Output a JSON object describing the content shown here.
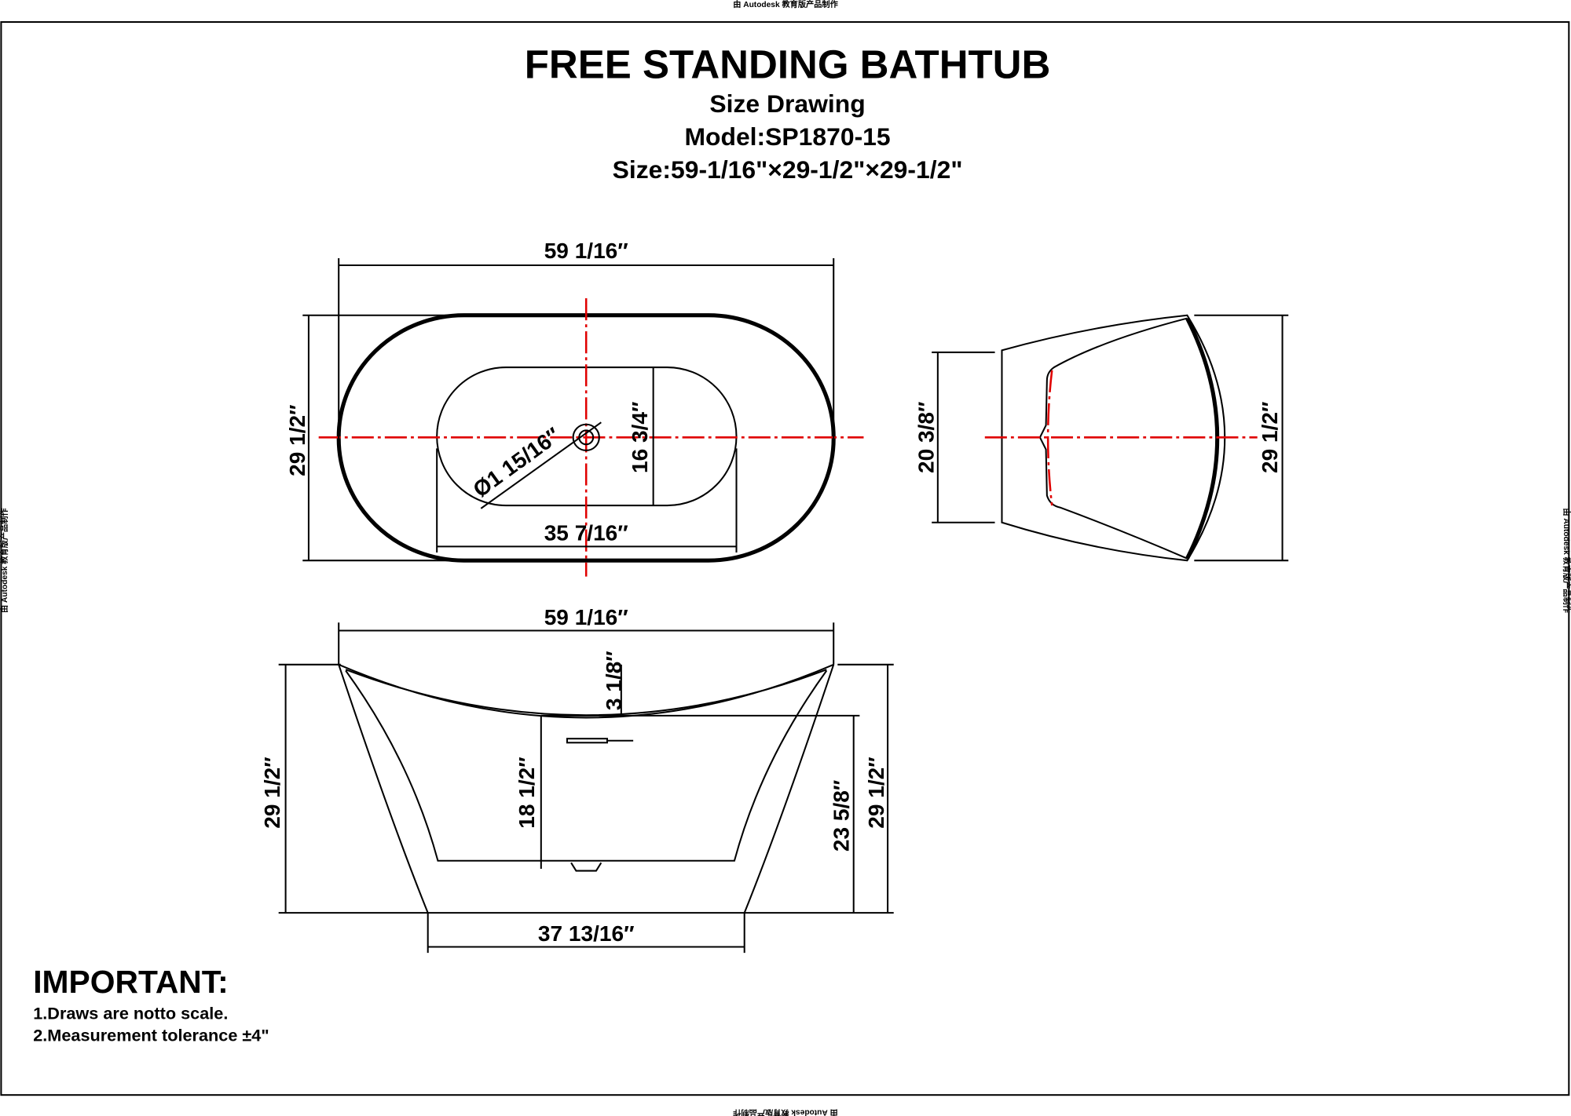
{
  "watermark": "由 Autodesk 教育版产品制作",
  "header": {
    "title": "FREE STANDING BATHTUB",
    "subtitle": "Size Drawing",
    "model": "Model:SP1870-15",
    "size": "Size:59-1/16\"×29-1/2\"×29-1/2\""
  },
  "top_view": {
    "length": "59  1/16″",
    "width": "29  1/2″",
    "inner_width": "16  3/4″",
    "inner_length": "35  7/16″",
    "drain_diameter": "Ø1  15/16″"
  },
  "side_view": {
    "height_left": "20  3/8″",
    "height_right": "29  1/2″"
  },
  "front_view": {
    "length": "59  1/16″",
    "rim_dip": "3  1/8″",
    "overall_height_left": "29  1/2″",
    "inner_depth": "18  1/2″",
    "center_height": "23  5/8″",
    "overall_height_right": "29  1/2″",
    "base_length": "37  13/16″"
  },
  "notes": {
    "heading": "IMPORTANT:",
    "items": [
      "1.Draws are notto scale.",
      "2.Measurement tolerance ±4\""
    ]
  }
}
